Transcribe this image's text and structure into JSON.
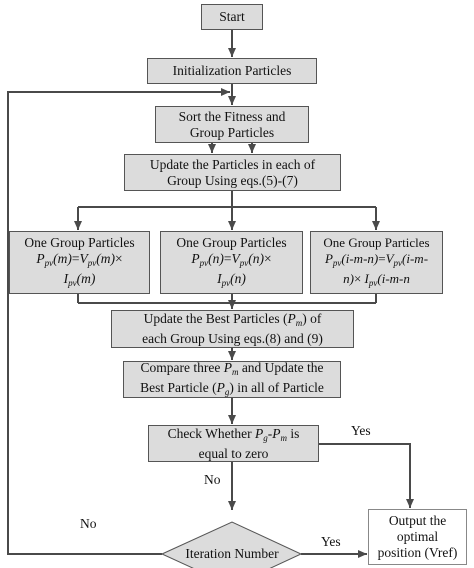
{
  "nodes": {
    "start": "Start",
    "init": "Initialization Particles",
    "sort_line1": "Sort the Fitness and",
    "sort_line2": "Group Particles",
    "update_line1": "Update the Particles in each of",
    "update_line2": "Group Using eqs.(5)-(7)",
    "group_title": "One Group Particles",
    "group_m": {
      "p": "P",
      "p_sub": "pv",
      "arg": "(m)",
      "eq": "=",
      "v": "V",
      "v_sub": "pv",
      "v_arg": "(m)",
      "times": "×",
      "i": "I",
      "i_sub": "pv",
      "i_arg": "(m)"
    },
    "group_n": {
      "p": "P",
      "p_sub": "pv",
      "arg": "(n)",
      "eq": "=",
      "v": "V",
      "v_sub": "pv",
      "v_arg": "(n)",
      "times": "×",
      "i": "I",
      "i_sub": "pv",
      "i_arg": "(n)"
    },
    "group_imn": {
      "p": "P",
      "p_sub": "pv",
      "arg": "(i-m-n)",
      "eq": "=",
      "v": "V",
      "v_sub": "pv",
      "v_arg": "(i-m-",
      "v_arg2": "n)",
      "times": "×",
      "i": "I",
      "i_sub": "pv",
      "i_arg": "(i-m-n"
    },
    "best_line1_pre": "Update the Best Particles (",
    "best_pm": "P",
    "best_pm_sub": "m",
    "best_line1_post": ") of",
    "best_line2": "each Group Using eqs.(8) and (9)",
    "compare_pre": "Compare three ",
    "compare_pm": "P",
    "compare_pm_sub": "m",
    "compare_post": " and Update the",
    "compare_line2_pre": "Best Particle (",
    "compare_pg": "P",
    "compare_pg_sub": "g",
    "compare_line2_post": ") in all of  Particle",
    "check_pre": "Check Whether ",
    "check_pg": "P",
    "check_pg_sub": "g",
    "check_dash": "-",
    "check_pm": "P",
    "check_pm_sub": "m",
    "check_post": " is",
    "check_line2": "equal to zero",
    "iteration": "Iteration Number",
    "output_line1": "Output the",
    "output_line2": "optimal",
    "output_line3": "position (Vref)"
  },
  "edge_labels": {
    "yes_check": "Yes",
    "no_check": "No",
    "no_iter": "No",
    "yes_iter": "Yes"
  },
  "colors": {
    "box_fill": "#dcdcdc",
    "line": "#4a4a4a"
  }
}
